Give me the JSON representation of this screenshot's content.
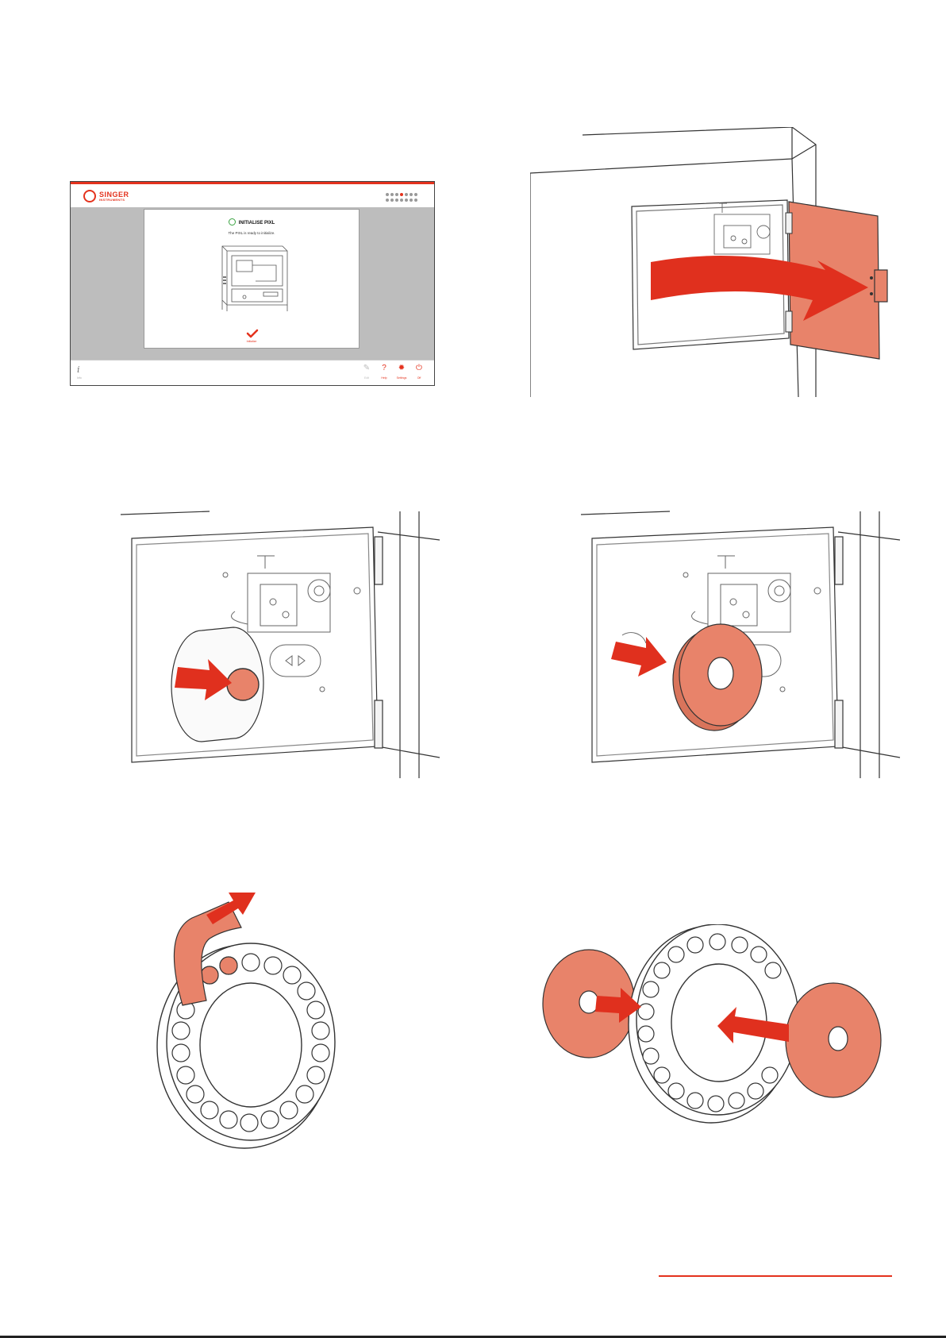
{
  "screen": {
    "logo": {
      "main": "SINGER",
      "sub": "INSTRUMENTS"
    },
    "card": {
      "title": "INITIALISE PIXL",
      "subtitle": "The PIXL is ready to initialize.",
      "button_label": "Initialize"
    },
    "toolbar": [
      {
        "icon": "pencil-icon",
        "glyph": "✎",
        "label": "Edit",
        "enabled": false
      },
      {
        "icon": "help-icon",
        "glyph": "?",
        "label": "Help",
        "enabled": true
      },
      {
        "icon": "settings-icon",
        "glyph": "✹",
        "label": "Settings",
        "enabled": true
      },
      {
        "icon": "power-icon",
        "glyph": "⏻",
        "label": "Off",
        "enabled": true
      }
    ],
    "info_glyph": "i",
    "info_label": "Info"
  },
  "colors": {
    "accent": "#e4321d",
    "part_fill": "#e8836a",
    "arrow": "#e0301e",
    "success": "#3aa341"
  }
}
